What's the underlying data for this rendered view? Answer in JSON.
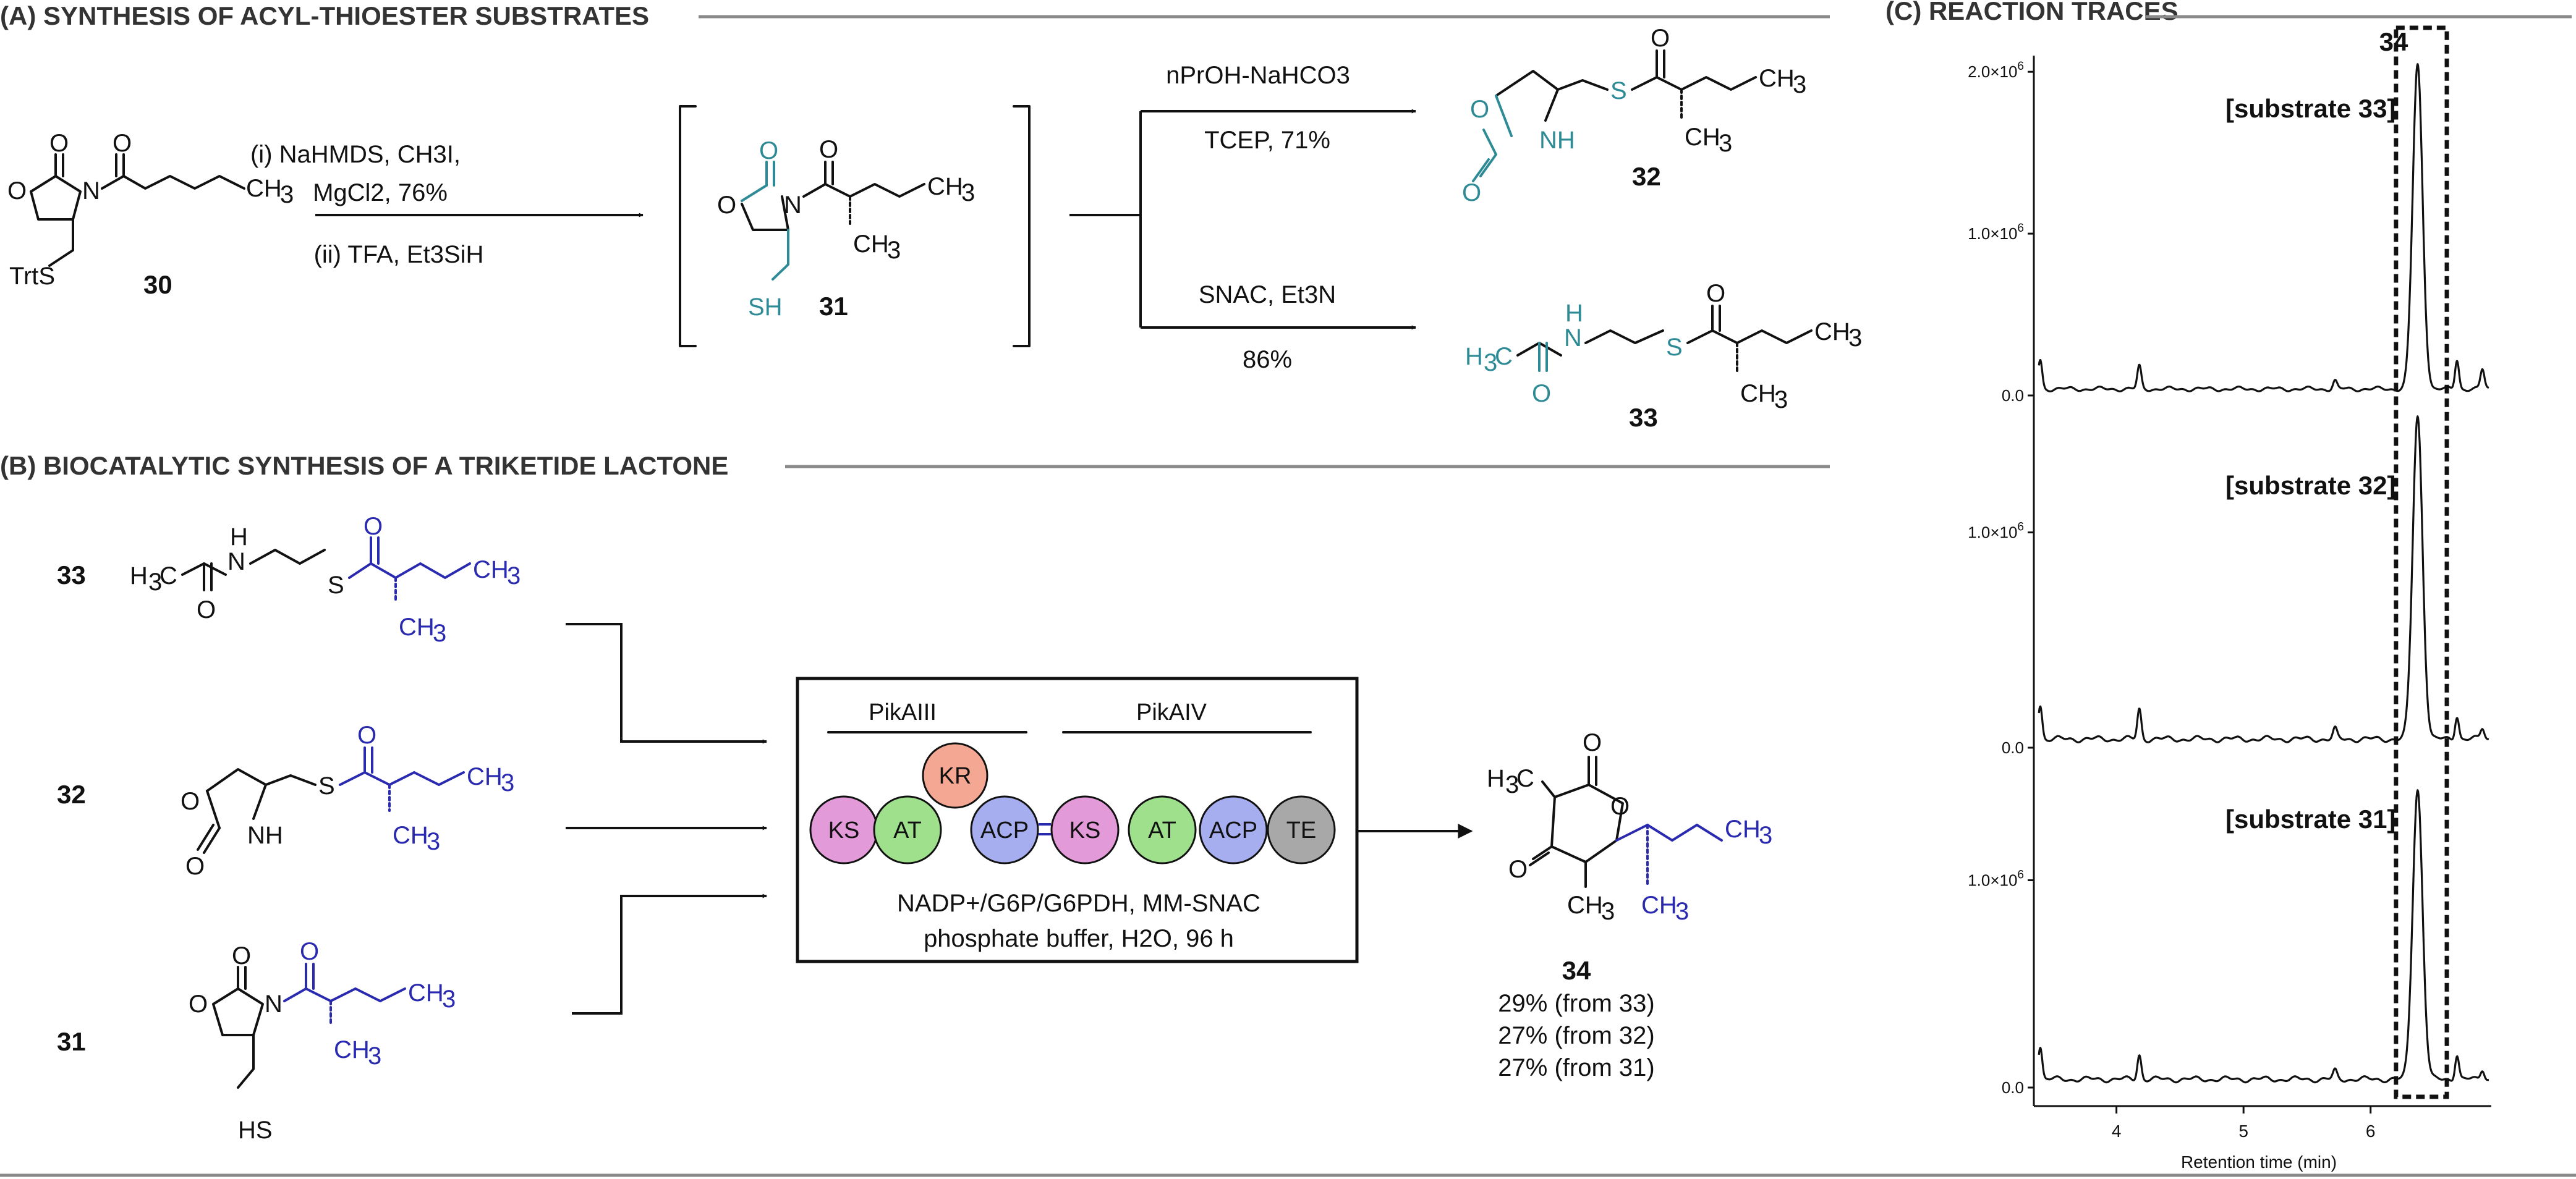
{
  "colors": {
    "teal": "#2e8b96",
    "blue": "#2a2ab0",
    "KS": "#e39ad8",
    "AT": "#9fe08c",
    "KR": "#f4a894",
    "ACP": "#a6aef0",
    "TE": "#a8a8a8",
    "section_rule": "#8a8a8a"
  },
  "section_a": {
    "title": "(A) SYNTHESIS OF ACYL-THIOESTER SUBSTRATES",
    "step1_line1": "(i) NaHMDS, CH3I,",
    "step1_line2": "MgCl2, 76%",
    "step1_line3": "(ii) TFA, Et3SiH",
    "branch_top_line1": "nPrOH-NaHCO3",
    "branch_top_line2": "TCEP, 71%",
    "branch_bottom_line1": "SNAC, Et3N",
    "branch_bottom_line2": "86%",
    "compounds": [
      "30",
      "31",
      "32",
      "33"
    ]
  },
  "section_b": {
    "title": "(B) BIOCATALYTIC SYNTHESIS OF A TRIKETIDE LACTONE",
    "substrates": [
      "33",
      "32",
      "31"
    ],
    "enzyme_box": {
      "group1": "PikAIII",
      "group2": "PikAIV",
      "domains": [
        "KS",
        "AT",
        "KR",
        "ACP",
        "KS",
        "AT",
        "ACP",
        "TE"
      ],
      "conditions_line1": "NADP+/G6P/G6PDH, MM-SNAC",
      "conditions_line2": "phosphate buffer, H2O, 96 h"
    },
    "product": {
      "label": "34",
      "yields": [
        "29% (from 33)",
        "27% (from 32)",
        "27% (from 31)"
      ]
    }
  },
  "section_c": {
    "title": "(C) REACTION TRACES",
    "highlight_label": "34",
    "panels": [
      {
        "label": "[substrate 33]",
        "yticks": [
          "2.0×10^6",
          "1.0×10^6",
          "0.0"
        ]
      },
      {
        "label": "[substrate 32]",
        "yticks": [
          "1.0×10^6",
          "0.0"
        ]
      },
      {
        "label": "[substrate 31]",
        "yticks": [
          "1.0×10^6",
          "0.0"
        ]
      }
    ],
    "xticks": [
      "4",
      "5",
      "6"
    ],
    "xlabel": "Retention time (min)"
  },
  "chart_data": {
    "type": "line",
    "title": "",
    "xlabel": "Retention time (min)",
    "ylabel": "",
    "xlim": [
      3.35,
      6.95
    ],
    "xticks": [
      4,
      5,
      6
    ],
    "highlight_window": [
      6.2,
      6.6
    ],
    "highlight_label": "34",
    "panels": [
      {
        "label": "[substrate 33]",
        "ylim": [
          0,
          2100000.0
        ],
        "yticks": [
          0,
          1000000,
          2000000
        ],
        "peaks": [
          {
            "x": 3.4,
            "y": 180000
          },
          {
            "x": 4.18,
            "y": 140000
          },
          {
            "x": 5.72,
            "y": 50000
          },
          {
            "x": 6.37,
            "y": 2000000
          },
          {
            "x": 6.68,
            "y": 180000
          },
          {
            "x": 6.88,
            "y": 120000
          }
        ]
      },
      {
        "label": "[substrate 32]",
        "ylim": [
          0,
          1550000.0
        ],
        "yticks": [
          0,
          1000000
        ],
        "peaks": [
          {
            "x": 3.4,
            "y": 160000
          },
          {
            "x": 4.18,
            "y": 140000
          },
          {
            "x": 5.72,
            "y": 45000
          },
          {
            "x": 6.37,
            "y": 1500000
          },
          {
            "x": 6.68,
            "y": 110000
          },
          {
            "x": 6.88,
            "y": 50000
          }
        ]
      },
      {
        "label": "[substrate 31]",
        "ylim": [
          0,
          1550000.0
        ],
        "yticks": [
          0,
          1000000
        ],
        "peaks": [
          {
            "x": 3.4,
            "y": 160000
          },
          {
            "x": 4.18,
            "y": 120000
          },
          {
            "x": 5.72,
            "y": 40000
          },
          {
            "x": 6.37,
            "y": 1400000
          },
          {
            "x": 6.68,
            "y": 120000
          },
          {
            "x": 6.88,
            "y": 50000
          }
        ]
      }
    ]
  }
}
